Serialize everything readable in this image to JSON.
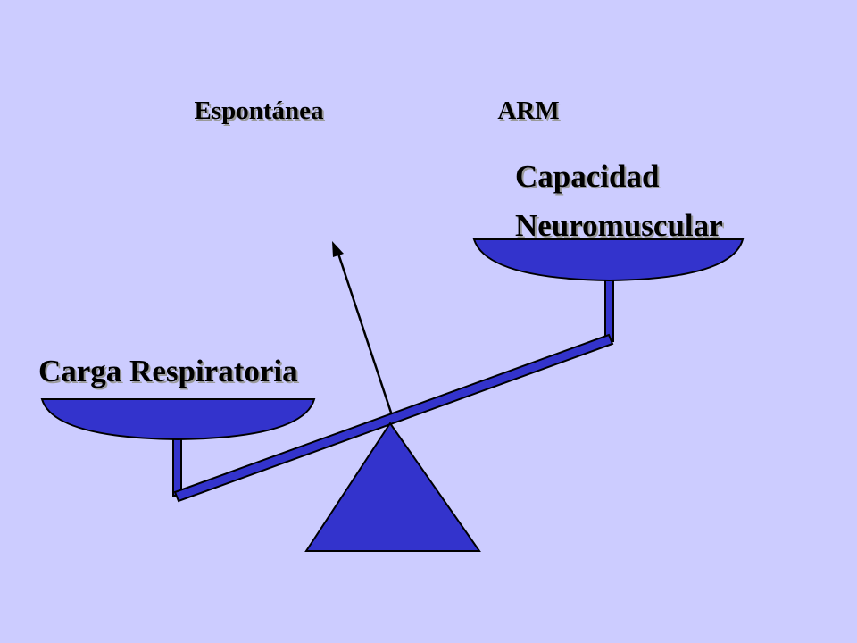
{
  "labels": {
    "spontaneous": "Espontánea",
    "arm": "ARM",
    "capacity_line1": "Capacidad",
    "capacity_line2": "Neuromuscular",
    "load": "Carga Respiratoria"
  },
  "colors": {
    "background": "#ccccff",
    "fill": "#3333cc",
    "stroke": "#000000",
    "shadow": "#9a9a9a"
  }
}
